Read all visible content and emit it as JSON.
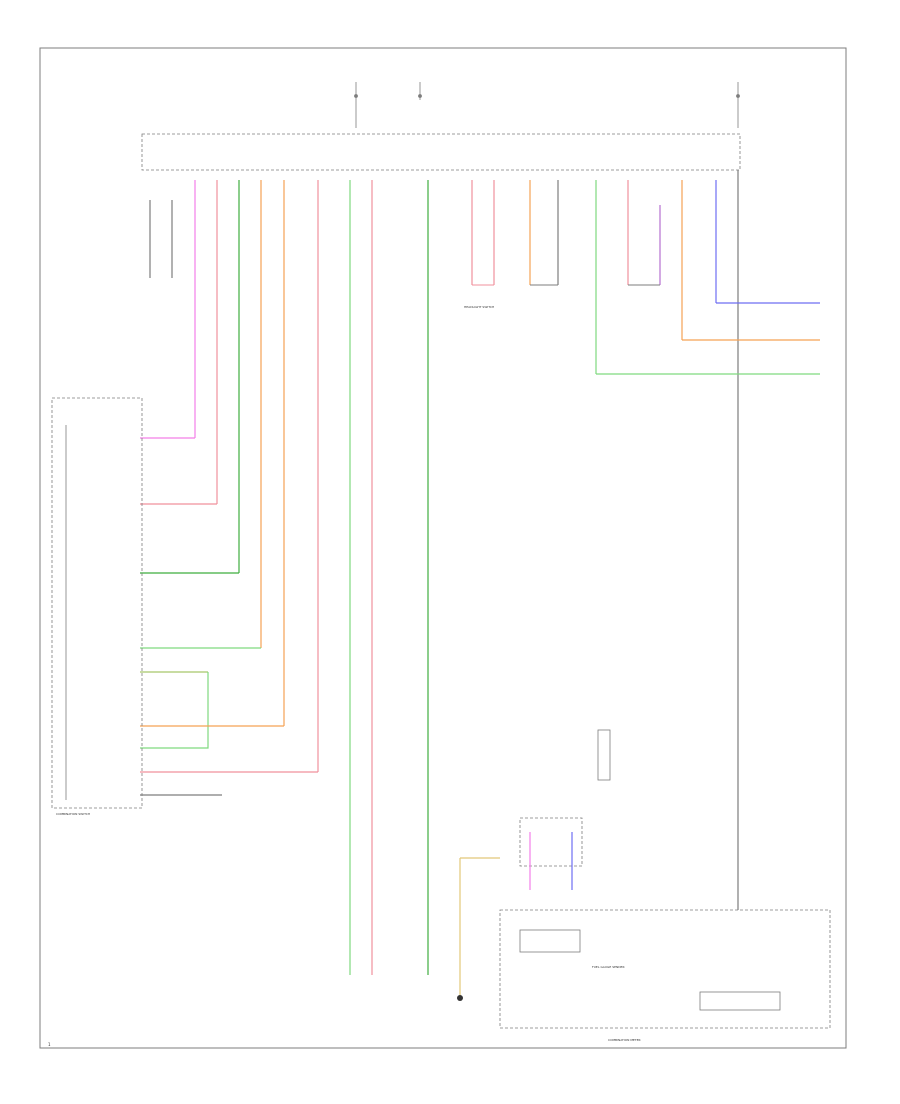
{
  "wires": {
    "colors": {
      "pink": "#f37fe8",
      "red_pink": "#f0919c",
      "green": "#7fd97f",
      "dark_green": "#3fae3f",
      "orange": "#f5a255",
      "blue": "#6d6df2",
      "tan": "#e2c879",
      "gray": "#7d7d7d",
      "black": "#333333"
    }
  },
  "labels": {
    "page_ref": "1",
    "combination_switch": "COMBINATION SWITCH",
    "combination_meter": "COMBINATION METER",
    "headlight_switch_block": "HEADLIGHT SWITCH",
    "fuel_gauge_sender": "FUEL GAUGE SENDER"
  }
}
